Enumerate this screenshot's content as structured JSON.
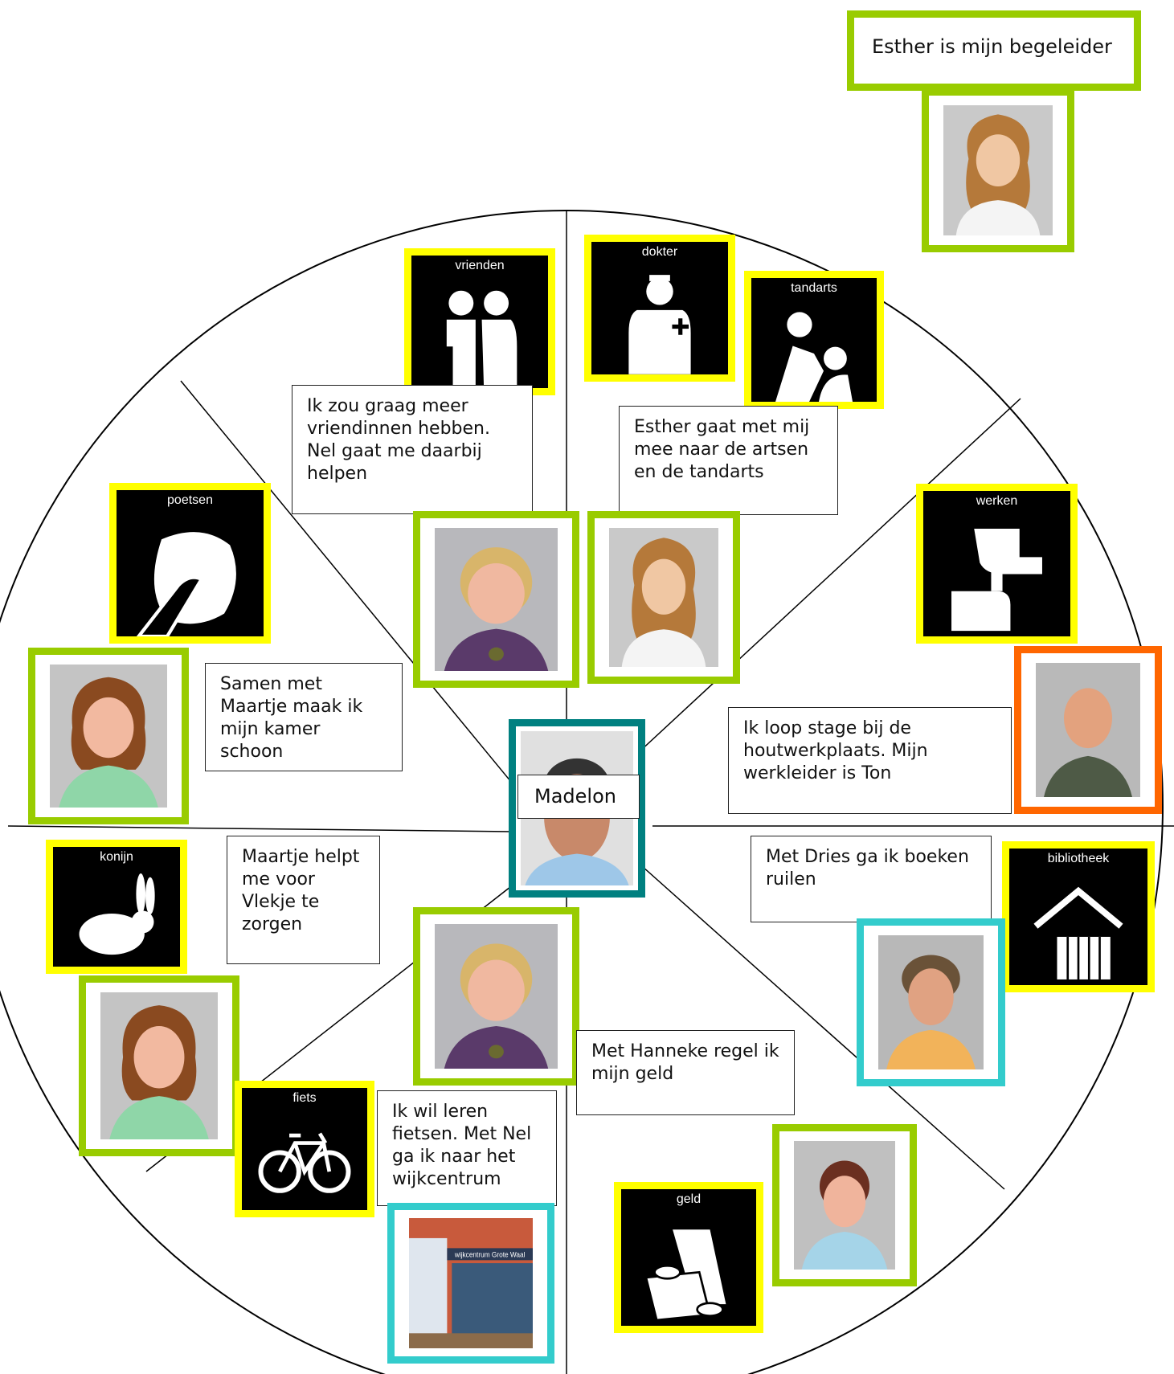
{
  "center": {
    "name": "Madelon"
  },
  "caregiver_note": "Esther is mijn begeleider",
  "notes": {
    "friends": "Ik zou graag meer vriendinnen hebben. Nel gaat me daarbij helpen",
    "doctors": "Esther gaat met mij mee naar de artsen en de tandarts",
    "cleaning": "Samen met Maartje maak ik mijn kamer schoon",
    "work": "Ik loop stage bij de houtwerkplaats. Mijn werkleider is Ton",
    "rabbit": "Maartje helpt me voor Vlekje te zorgen",
    "library": "Met Dries ga ik boeken ruilen",
    "money": "Met Hanneke regel ik mijn geld",
    "cycling": "Ik wil leren fietsen. Met Nel ga ik naar het wijkcentrum"
  },
  "pictograms": {
    "vrienden": "vrienden",
    "dokter": "dokter",
    "tandarts": "tandarts",
    "poetsen": "poetsen",
    "werken": "werken",
    "konijn": "konijn",
    "bibliotheek": "bibliotheek",
    "fiets": "fiets",
    "geld": "geld"
  },
  "building_sign": "wijkcentrum Grote Waal",
  "colors": {
    "green_frame": "#99cc00",
    "yellow_frame": "#ffff00",
    "cyan_frame": "#33cccc",
    "orange_frame": "#ff6600",
    "teal_frame": "#008080"
  }
}
